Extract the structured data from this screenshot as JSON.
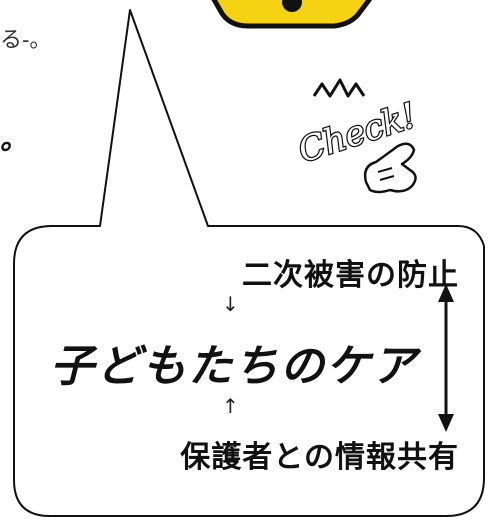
{
  "fragments": {
    "top_text": "る-。",
    "dot": "。"
  },
  "sticker": {
    "text": "Check!"
  },
  "callout": {
    "line1": "二次被害の防止",
    "arrow_down": "↓",
    "line2": "子どもたちのケア",
    "arrow_up": "↑",
    "line3": "保護者との情報共有"
  },
  "colors": {
    "outline": "#111111",
    "warning_yellow": "#f5d312",
    "text": "#111111"
  }
}
